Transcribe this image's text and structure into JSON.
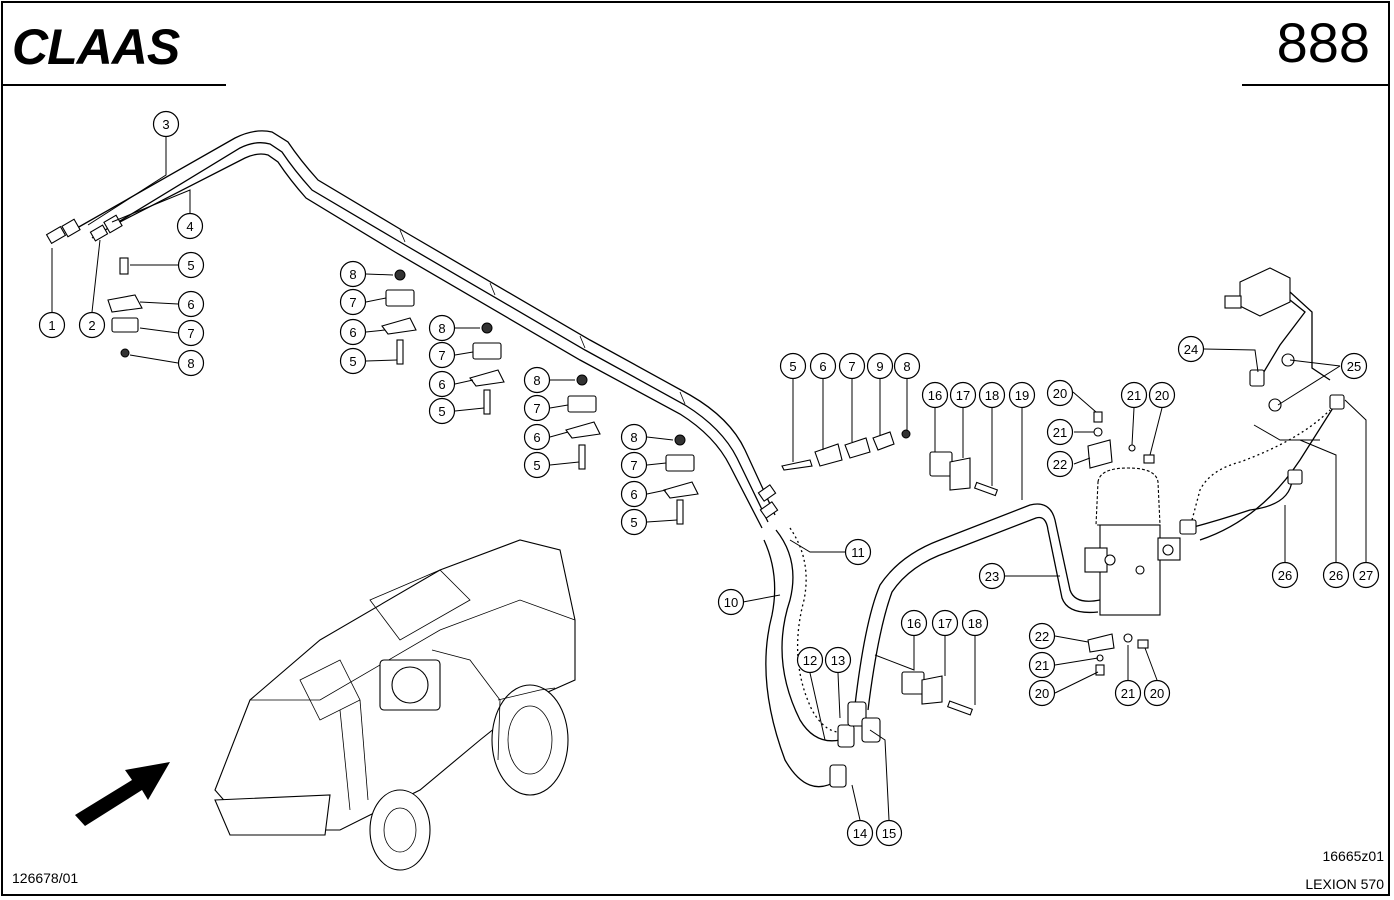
{
  "header": {
    "brand": "CLAAS",
    "page_number": "888"
  },
  "footer": {
    "document_ref": "126678/01",
    "drawing_ref": "16665z01",
    "model": "LEXION 570"
  },
  "callouts": [
    "1",
    "2",
    "3",
    "4",
    "5",
    "6",
    "7",
    "8",
    "9",
    "10",
    "11",
    "12",
    "13",
    "14",
    "15",
    "16",
    "17",
    "18",
    "19",
    "20",
    "21",
    "22",
    "23",
    "24",
    "25",
    "26",
    "27"
  ],
  "icons": {
    "direction_arrow": "direction-arrow-icon",
    "machine_overview": "combine-harvester-overview"
  }
}
